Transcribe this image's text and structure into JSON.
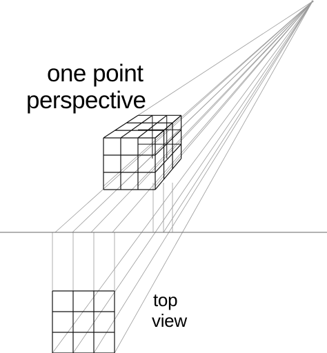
{
  "diagram": {
    "title_lines": [
      "one point",
      "perspective"
    ],
    "side_label_lines": [
      "top",
      "view"
    ],
    "colors": {
      "background": "#ffffff",
      "construction_line": "#9a9a9a",
      "horizon_line": "#666666",
      "grid_line": "#111111"
    },
    "elements": [
      "vanishing-point",
      "construction-lines",
      "horizon-line",
      "perspective-cube-grid",
      "top-view-grid"
    ]
  }
}
